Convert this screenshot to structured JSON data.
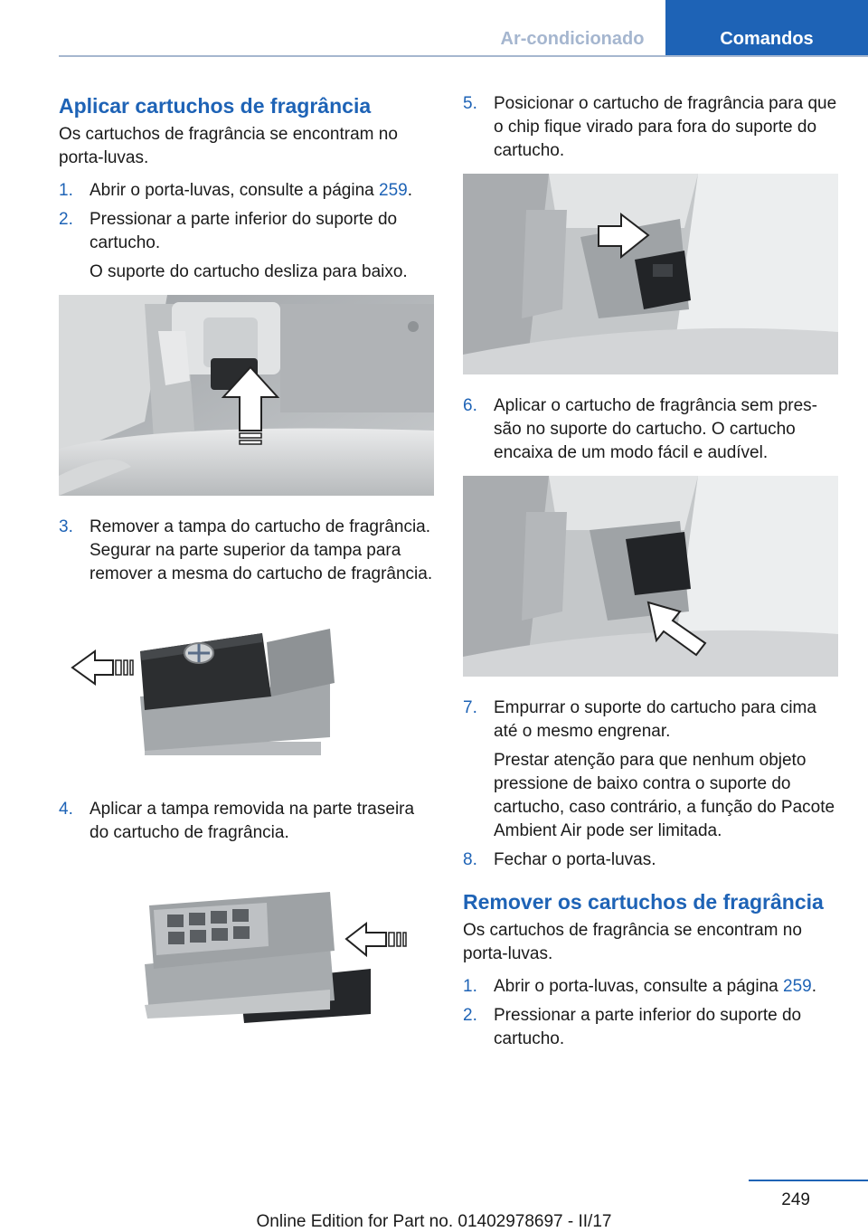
{
  "header": {
    "section": "Ar-condicionado",
    "chapter": "Comandos"
  },
  "left": {
    "heading": "Aplicar cartuchos de fragrância",
    "intro": "Os cartuchos de fragrância se encontram no porta-luvas.",
    "steps": [
      {
        "num": "1.",
        "text": "Abrir o porta-luvas, consulte a página ",
        "link": "259",
        "after": "."
      },
      {
        "num": "2.",
        "text": "Pressionar a parte inferior do suporte do cartucho.",
        "sub": "O suporte do cartucho desliza para baixo."
      },
      {
        "num": "3.",
        "text": "Remover a tampa do cartucho de fragrân­cia. Segurar na parte superior da tampa para remover a mesma do cartucho de fra­grância."
      },
      {
        "num": "4.",
        "text": "Aplicar a tampa removida na parte traseira do cartucho de fragrância."
      }
    ]
  },
  "right": {
    "steps": [
      {
        "num": "5.",
        "text": "Posicionar o cartucho de fragrância para que o chip fique virado para fora do su­porte do cartucho."
      },
      {
        "num": "6.",
        "text": "Aplicar o cartucho de fragrância sem pres­são no suporte do cartucho. O cartucho encaixa de um modo fácil e audível."
      },
      {
        "num": "7.",
        "text": "Empurrar o suporte do cartucho para cima até o mesmo engrenar.",
        "sub": "Prestar atenção para que nenhum objeto pressione de baixo contra o suporte do cartucho, caso contrário, a função do Pa­cote Ambient Air pode ser limitada."
      },
      {
        "num": "8.",
        "text": "Fechar o porta-luvas."
      }
    ],
    "heading2": "Remover os cartuchos de fragrância",
    "intro2": "Os cartuchos de fragrância se encontram no porta-luvas.",
    "steps2": [
      {
        "num": "1.",
        "text": "Abrir o porta-luvas, consulte a página ",
        "link": "259",
        "after": "."
      },
      {
        "num": "2.",
        "text": "Pressionar a parte inferior do suporte do cartucho."
      }
    ]
  },
  "footer": {
    "page": "249",
    "edition": "Online Edition for Part no. 01402978697 - II/17"
  },
  "colors": {
    "accent": "#1e63b6",
    "header_muted": "#a5b6cf"
  }
}
